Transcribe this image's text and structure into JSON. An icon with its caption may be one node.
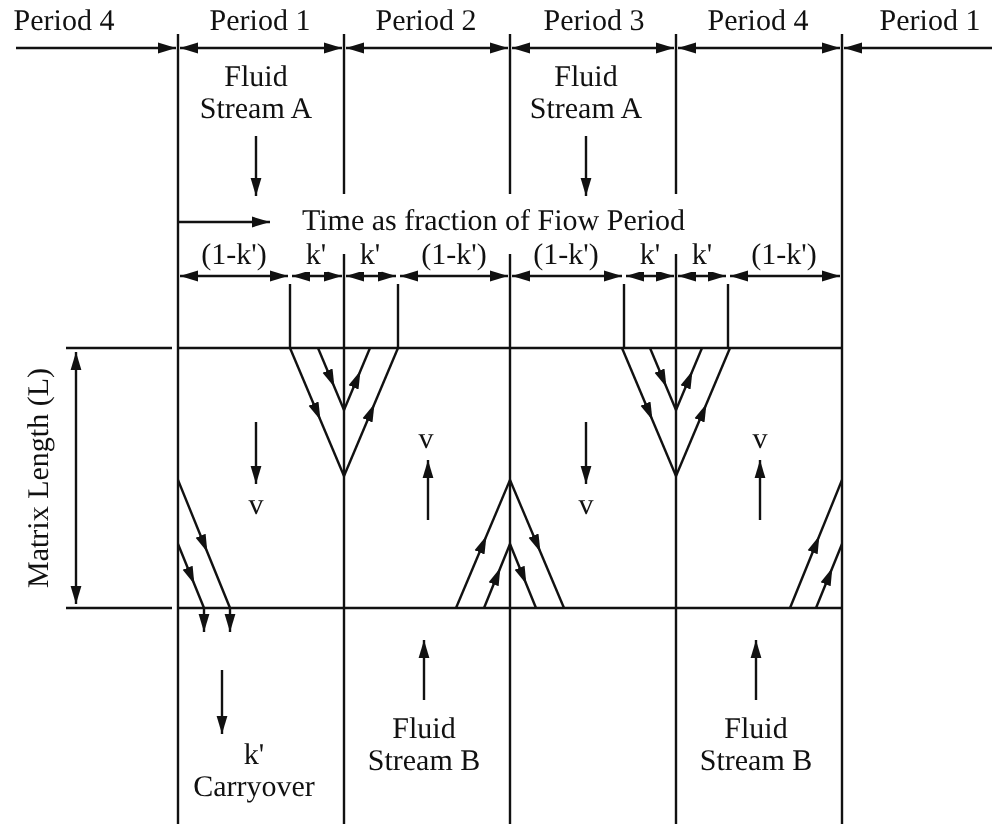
{
  "diagram": {
    "labels": [
      "Period 4",
      "Period 1",
      "Period 2",
      "Period 3",
      "Period 4",
      "Period 1",
      "Fluid Stream A",
      "Fluid Stream A",
      "Time as fraction of Fiow Period",
      "(1-k')",
      "k'",
      "k'",
      "(1-k')",
      "(1-k')",
      "k'",
      "k'",
      "(1-k')",
      "Matrix Length (L)",
      "v",
      "v",
      "v",
      "v",
      "k' Carryover",
      "Fluid Stream B",
      "Fluid Stream B"
    ]
  }
}
